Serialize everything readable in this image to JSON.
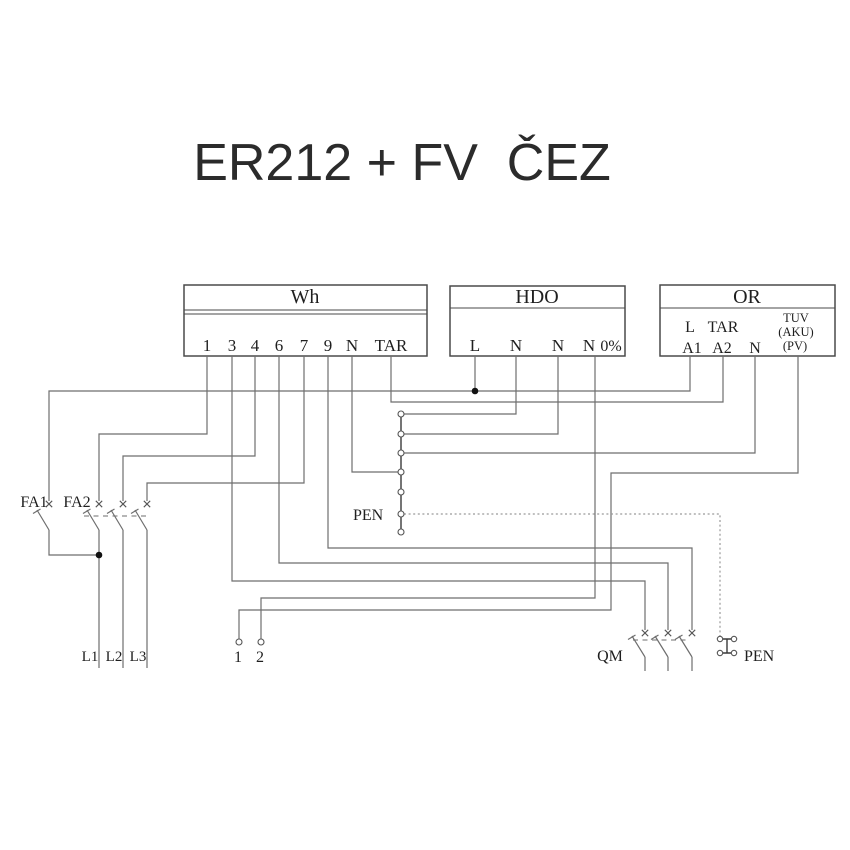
{
  "title": "ER212 + FV  ČEZ",
  "meter": {
    "label": "Wh",
    "terminals": [
      "1",
      "3",
      "4",
      "6",
      "7",
      "9",
      "N",
      "TAR"
    ]
  },
  "hdo": {
    "label": "HDO",
    "terminals": [
      "L",
      "N",
      "N",
      "N"
    ],
    "percent_label": "0%"
  },
  "or": {
    "label": "OR",
    "top_row": [
      "L",
      "TAR"
    ],
    "bottom_row": [
      "A1",
      "A2",
      "N"
    ],
    "side_labels": [
      "TUV",
      "(AKU)",
      "(PV)"
    ]
  },
  "labels": {
    "fa1": "FA1",
    "fa2": "FA2",
    "qm": "QM",
    "pen_bus": "PEN",
    "pen_bridge": "PEN",
    "phases": [
      "L1",
      "L2",
      "L3"
    ],
    "aux_terminals": [
      "1",
      "2"
    ]
  },
  "colors": {
    "background": "#ffffff",
    "wire": "#6e6e6e",
    "box_border": "#4a4a4a",
    "bus": "#3a3a3a",
    "dotted_pen": "#9a9a9a",
    "text": "#1f1f1f"
  }
}
